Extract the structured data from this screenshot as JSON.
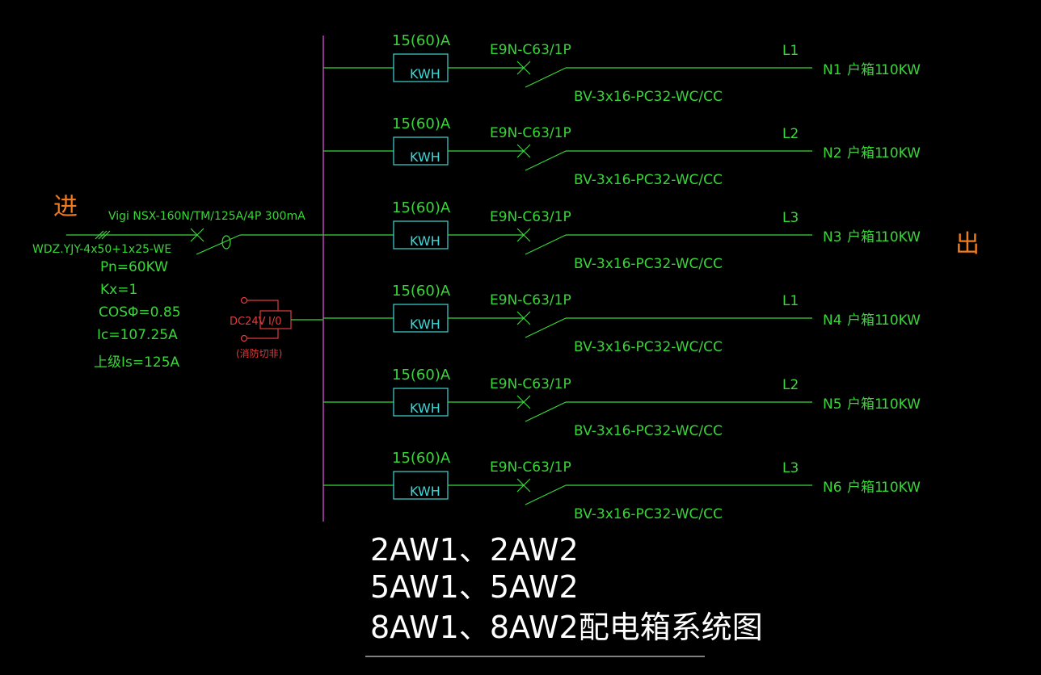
{
  "colors": {
    "background": "#000000",
    "line_green": "#39d639",
    "busbar_magenta": "#c040c0",
    "meter_cyan": "#3fd6d6",
    "control_red": "#e03c3c",
    "label_orange": "#f07a1e",
    "title_white": "#ffffff"
  },
  "incoming": {
    "in_label": "进",
    "out_label": "出",
    "breaker": "Vigi NSX-160N/TM/125A/4P  300mA",
    "cable": "WDZ.YJY-4x50+1x25-WE",
    "params": [
      "Pn=60KW",
      "Kx=1",
      "COSΦ=0.85",
      "Ic=107.25A",
      "上级Is=125A"
    ]
  },
  "control": {
    "voltage": "DC24V",
    "io": "I/0",
    "note": "(消防切非)"
  },
  "circuits": [
    {
      "meter_rating": "15(60)A",
      "meter_label": "KWH",
      "breaker": "E9N-C63/1P",
      "phase": "L1",
      "cable": "BV-3x16-PC32-WC/CC",
      "id": "N1",
      "load": "户箱1",
      "power": "10KW"
    },
    {
      "meter_rating": "15(60)A",
      "meter_label": "KWH",
      "breaker": "E9N-C63/1P",
      "phase": "L2",
      "cable": "BV-3x16-PC32-WC/CC",
      "id": "N2",
      "load": "户箱1",
      "power": "10KW"
    },
    {
      "meter_rating": "15(60)A",
      "meter_label": "KWH",
      "breaker": "E9N-C63/1P",
      "phase": "L3",
      "cable": "BV-3x16-PC32-WC/CC",
      "id": "N3",
      "load": "户箱1",
      "power": "10KW"
    },
    {
      "meter_rating": "15(60)A",
      "meter_label": "KWH",
      "breaker": "E9N-C63/1P",
      "phase": "L1",
      "cable": "BV-3x16-PC32-WC/CC",
      "id": "N4",
      "load": "户箱1",
      "power": "10KW"
    },
    {
      "meter_rating": "15(60)A",
      "meter_label": "KWH",
      "breaker": "E9N-C63/1P",
      "phase": "L2",
      "cable": "BV-3x16-PC32-WC/CC",
      "id": "N5",
      "load": "户箱1",
      "power": "10KW"
    },
    {
      "meter_rating": "15(60)A",
      "meter_label": "KWH",
      "breaker": "E9N-C63/1P",
      "phase": "L3",
      "cable": "BV-3x16-PC32-WC/CC",
      "id": "N6",
      "load": "户箱1",
      "power": "10KW"
    }
  ],
  "title": {
    "lines": [
      "2AW1、2AW2",
      "5AW1、5AW2",
      "8AW1、8AW2配电箱系统图"
    ]
  }
}
